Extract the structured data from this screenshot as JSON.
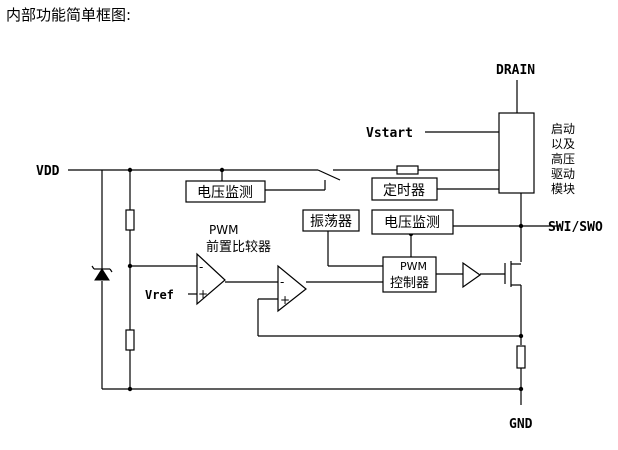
{
  "heading": "内部功能简单框图:",
  "pins": {
    "drain": "DRAIN",
    "vstart": "Vstart",
    "vdd": "VDD",
    "swi_swo": "SWI/SWO",
    "gnd": "GND",
    "vref": "Vref"
  },
  "blocks": {
    "startup_lines": [
      "启动",
      "以及",
      "高压",
      "驱动",
      "模块"
    ],
    "voltage_monitor_1": "电压监测",
    "timer": "定时器",
    "oscillator": "振荡器",
    "voltage_monitor_2": "电压监测",
    "pwm_controller_lines": [
      "PWM",
      "控制器"
    ],
    "pwm_precomparator_lines": [
      "PWM",
      "前置比较器"
    ]
  },
  "opamp_signs": {
    "minus": "-",
    "plus": "+"
  }
}
